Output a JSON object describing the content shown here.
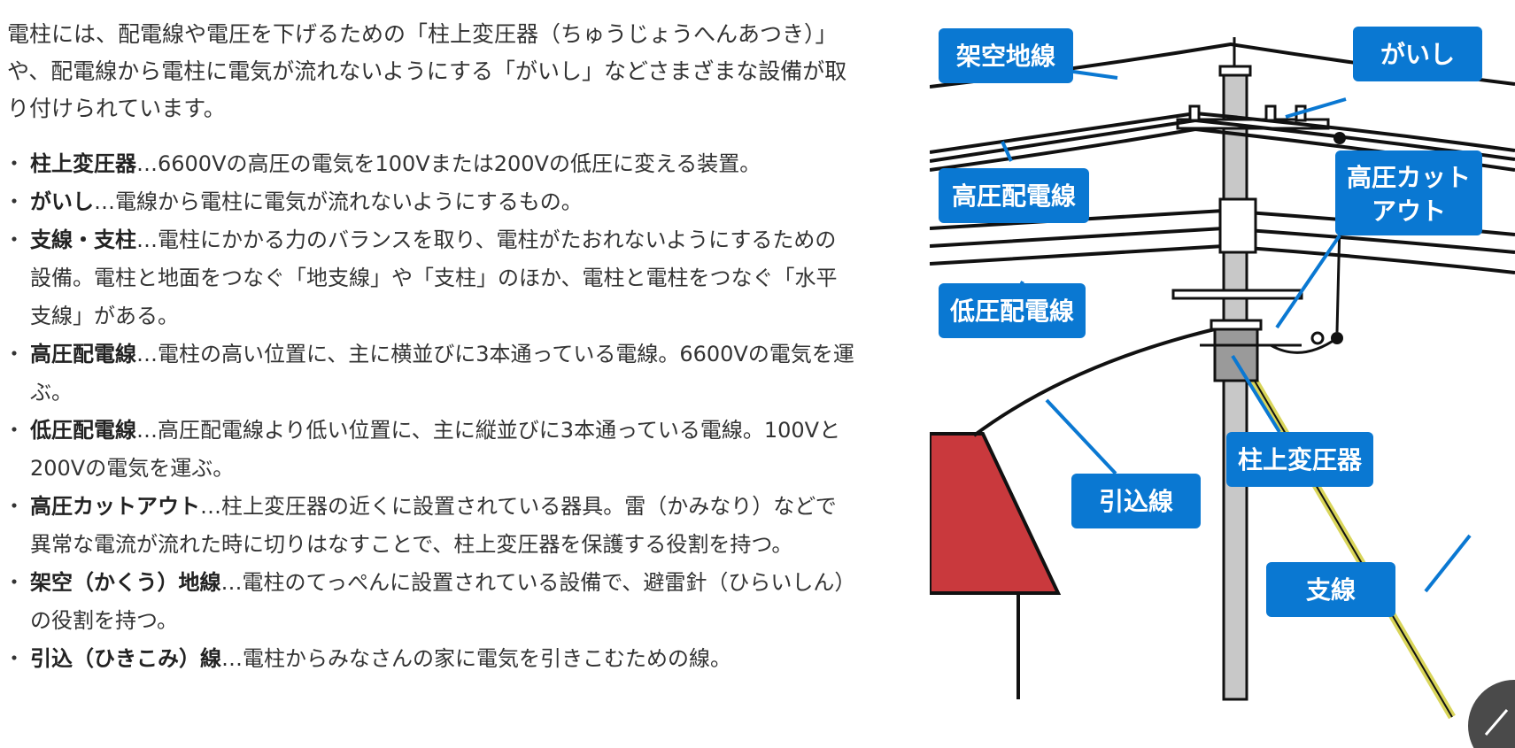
{
  "intro": "電柱には、配電線や電圧を下げるための「柱上変圧器（ちゅうじょうへんあつき）」や、配電線から電柱に電気が流れないようにする「がいし」などさまざまな設備が取り付けられています。",
  "items": [
    {
      "term": "柱上変圧器",
      "desc": "…6600Vの高圧の電気を100Vまたは200Vの低圧に変える装置。"
    },
    {
      "term": "がいし",
      "desc": "…電線から電柱に電気が流れないようにするもの。"
    },
    {
      "term": "支線・支柱",
      "desc": "…電柱にかかる力のバランスを取り、電柱がたおれないようにするための設備。電柱と地面をつなぐ「地支線」や「支柱」のほか、電柱と電柱をつなぐ「水平支線」がある。"
    },
    {
      "term": "高圧配電線",
      "desc": "…電柱の高い位置に、主に横並びに3本通っている電線。6600Vの電気を運ぶ。"
    },
    {
      "term": "低圧配電線",
      "desc": "…高圧配電線より低い位置に、主に縦並びに3本通っている電線。100Vと200Vの電気を運ぶ。"
    },
    {
      "term": "高圧カットアウト",
      "desc": "…柱上変圧器の近くに設置されている器具。雷（かみなり）などで異常な電流が流れた時に切りはなすことで、柱上変圧器を保護する役割を持つ。"
    },
    {
      "term": "架空（かくう）地線",
      "desc": "…電柱のてっぺんに設置されている設備で、避雷針（ひらいしん）の役割を持つ。"
    },
    {
      "term": "引込（ひきこみ）線",
      "desc": "…電柱からみなさんの家に電気を引きこむための線。"
    }
  ],
  "diagram": {
    "labels": {
      "overhead_ground_wire": "架空地線",
      "insulator": "がいし",
      "high_voltage_line": "高圧配電線",
      "cutout_line1": "高圧カット",
      "cutout_line2": "アウト",
      "low_voltage_line": "低圧配電線",
      "transformer": "柱上変圧器",
      "service_drop": "引込線",
      "guy_wire": "支線"
    },
    "colors": {
      "callout": "#0a78d2",
      "pole": "#c8c8c8",
      "house_roof": "#c9393d",
      "guy_wire": "#d9d55a"
    }
  }
}
